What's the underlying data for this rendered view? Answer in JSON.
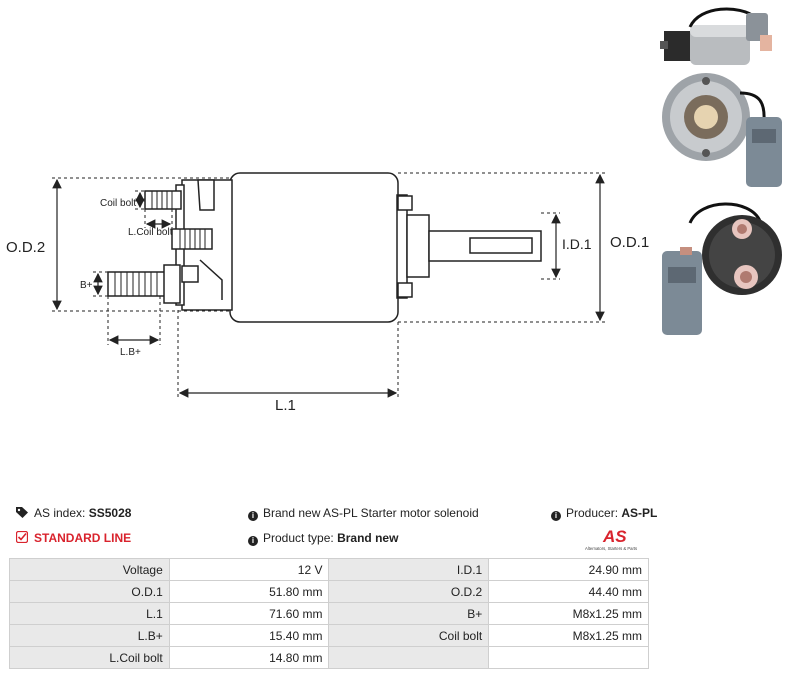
{
  "diagram": {
    "labels": {
      "od2": "O.D.2",
      "od1": "O.D.1",
      "id1": "I.D.1",
      "l1": "L.1",
      "lb": "L.B+",
      "bplus": "B+",
      "coil_bolt": "Coil bolt",
      "l_coil_bolt": "L.Coil bolt"
    }
  },
  "info": {
    "as_index_label": "AS index:",
    "as_index_value": "SS5028",
    "line": "STANDARD LINE",
    "description": "Brand new AS-PL Starter motor solenoid",
    "product_type_label": "Product type:",
    "product_type_value": "Brand new",
    "producer_label": "Producer:",
    "producer_value": "AS-PL"
  },
  "logo": {
    "text": "AS",
    "tagline": "Alternators, Starters & Parts",
    "color": "#d9232d"
  },
  "specs": [
    [
      {
        "k": "Voltage",
        "v": "12 V"
      },
      {
        "k": "I.D.1",
        "v": "24.90 mm"
      }
    ],
    [
      {
        "k": "O.D.1",
        "v": "51.80 mm"
      },
      {
        "k": "O.D.2",
        "v": "44.40 mm"
      }
    ],
    [
      {
        "k": "L.1",
        "v": "71.60 mm"
      },
      {
        "k": "B+",
        "v": "M8x1.25 mm"
      }
    ],
    [
      {
        "k": "L.B+",
        "v": "15.40 mm"
      },
      {
        "k": "Coil bolt",
        "v": "M8x1.25 mm"
      }
    ],
    [
      {
        "k": "L.Coil bolt",
        "v": "14.80 mm"
      },
      {
        "k": "",
        "v": ""
      }
    ]
  ]
}
